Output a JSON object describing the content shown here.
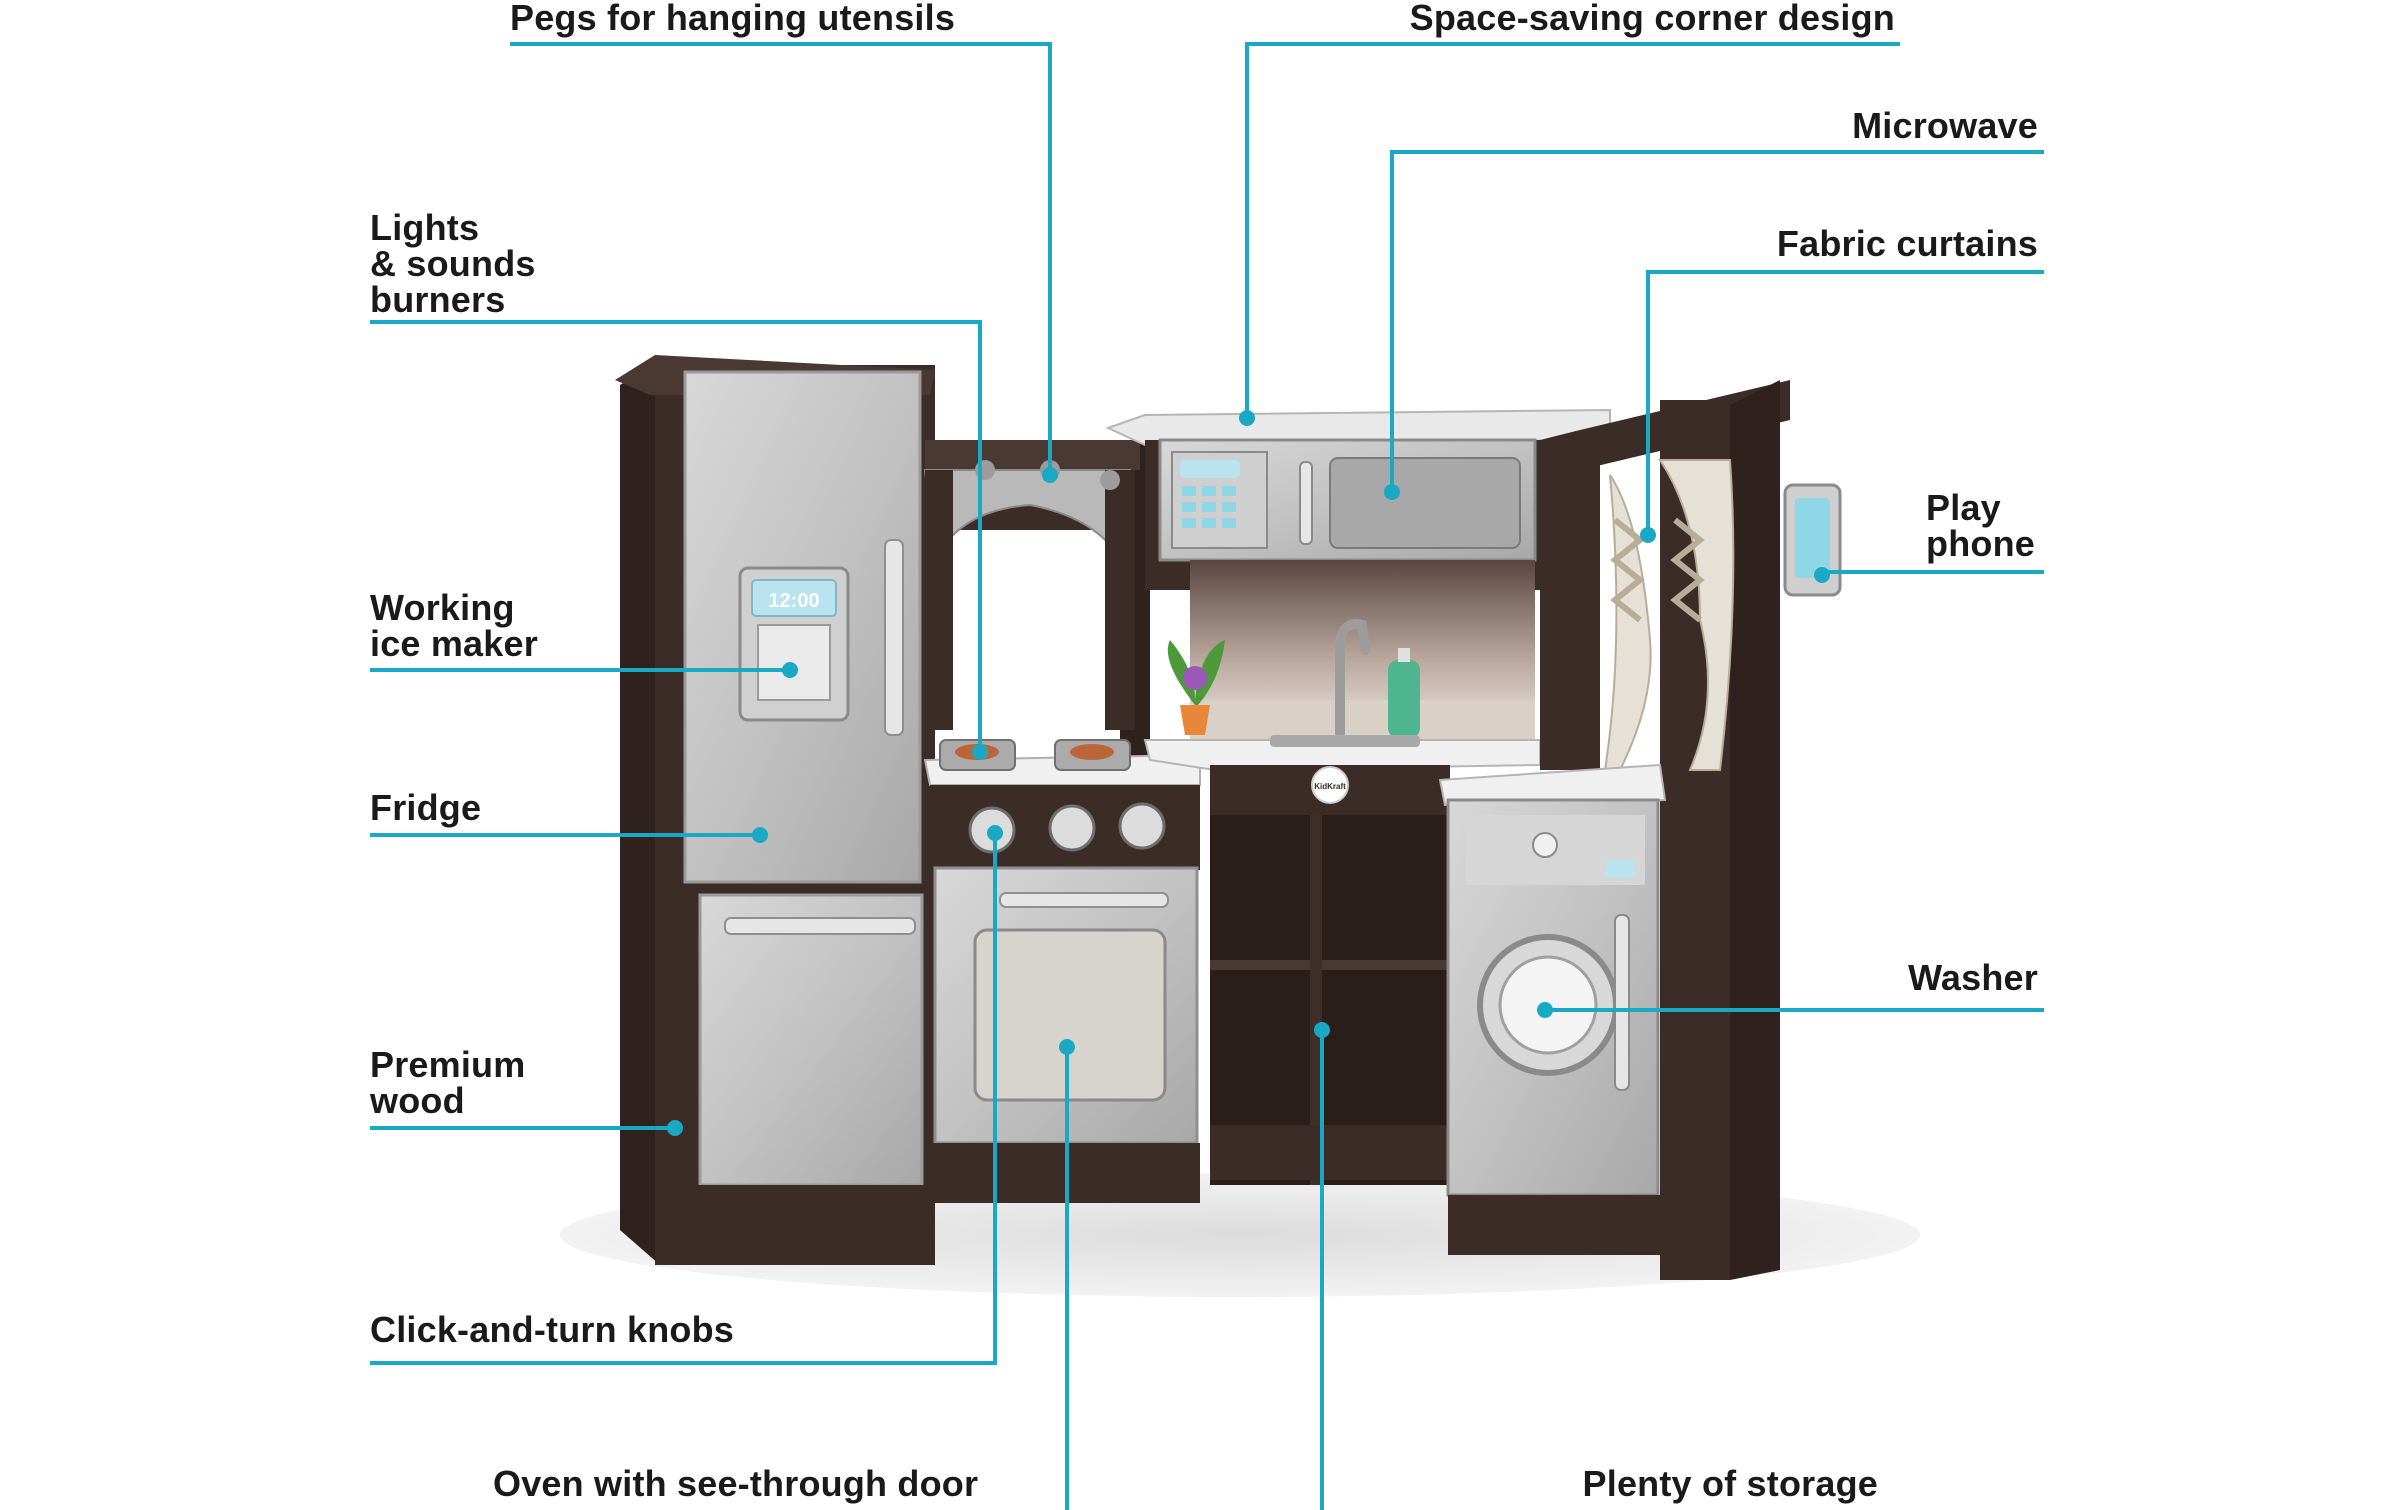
{
  "callouts": {
    "pegs": "Pegs for hanging utensils",
    "corner": "Space-saving corner design",
    "microwave": "Microwave",
    "burners": [
      "Lights",
      "& sounds",
      "burners"
    ],
    "curtains": "Fabric curtains",
    "phone": [
      "Play",
      "phone"
    ],
    "ice_maker": [
      "Working",
      "ice maker"
    ],
    "fridge": "Fridge",
    "washer": "Washer",
    "wood": [
      "Premium",
      "wood"
    ],
    "knobs": "Click-and-turn knobs",
    "oven": "Oven with see-through door",
    "storage": "Plenty of storage"
  },
  "product": {
    "ice_maker_display": "12:00",
    "brand_logo": "KidKraft"
  },
  "colors": {
    "callout_line": "#1aa9c4",
    "label_text": "#1a1a1a",
    "wood_dark": "#3b2c27",
    "panel_silver": "#bdbdbd"
  }
}
